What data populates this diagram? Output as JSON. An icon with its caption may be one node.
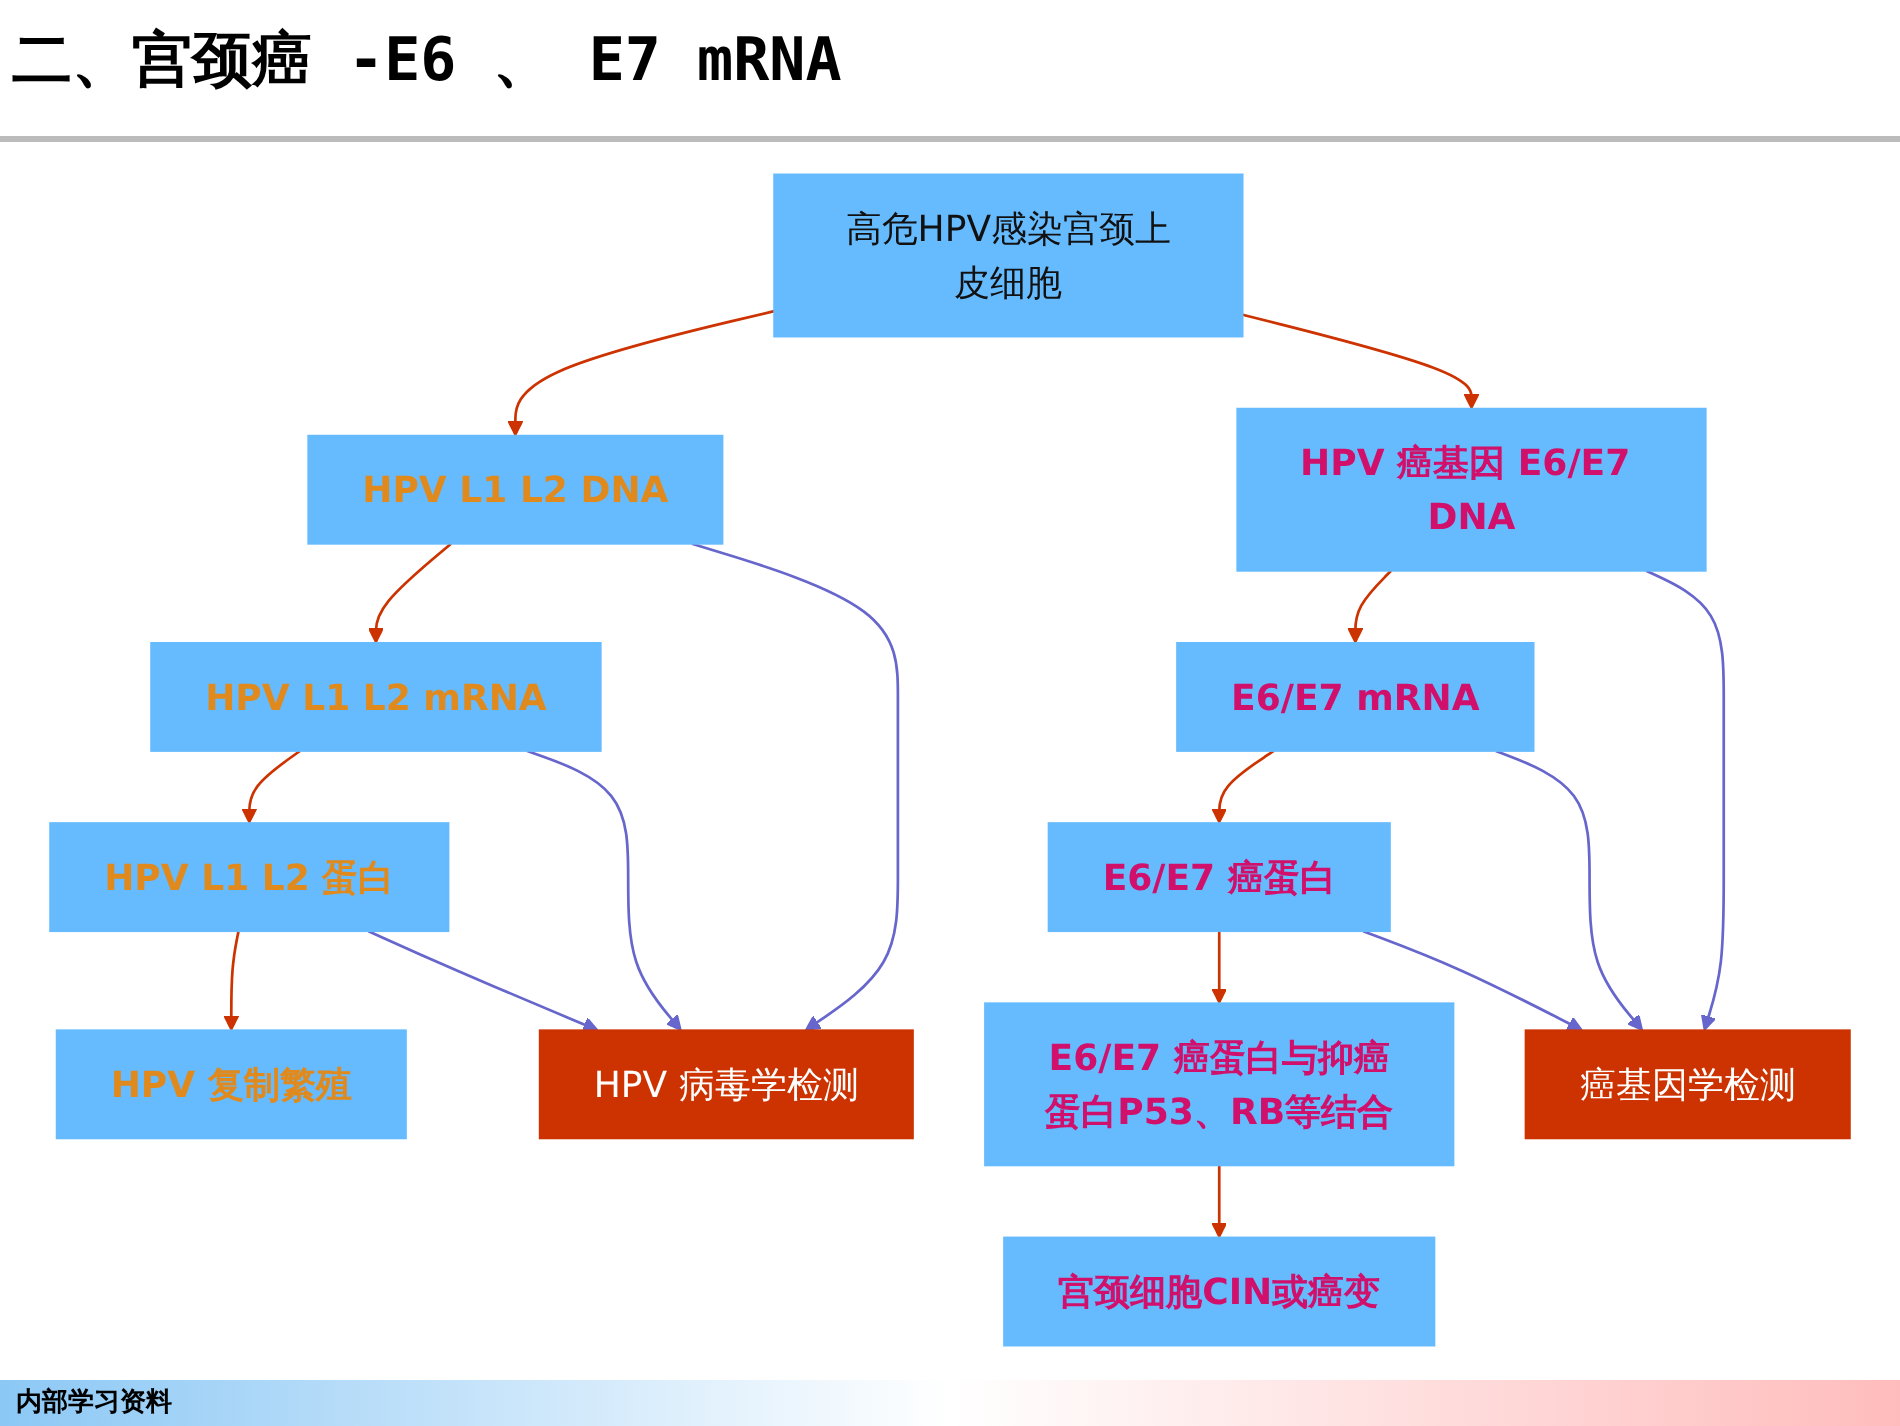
{
  "diagram": {
    "title": "二、宫颈癌 -E6 、 E7 mRNA",
    "nodes": [
      {
        "text": [
          "高危HPV感染宫颈上皮细胞"
        ]
      },
      {
        "text": [
          "HPV L1 L2 DNA"
        ]
      },
      {
        "text": [
          "HPV L1 L2 mRNA"
        ]
      },
      {
        "text": [
          "HPV L1 L2 蛋白"
        ]
      },
      {
        "text": [
          "HPV 复制繁殖"
        ]
      },
      {
        "text": [
          "HPV 病毒学检测"
        ]
      },
      {
        "text": [
          "HPV 癌基因 E6/E7 DNA"
        ]
      },
      {
        "text": [
          "E6/E7 mRNA"
        ]
      },
      {
        "text": [
          "E6/E7 癌蛋白"
        ]
      },
      {
        "text": [
          "E6/E7 癌蛋白与抑癌蛋白P53、RB等结合"
        ]
      },
      {
        "text": [
          "宫颈细胞CIN或癌变"
        ]
      },
      {
        "text": [
          "癌基因学检测"
        ]
      }
    ],
    "edges": [
      {
        "from": 0,
        "to": 1,
        "arrow": "to"
      },
      {
        "from": 0,
        "to": 6,
        "arrow": "to"
      },
      {
        "from": 1,
        "to": 2,
        "arrow": "to"
      },
      {
        "from": 2,
        "to": 3,
        "arrow": "to"
      },
      {
        "from": 3,
        "to": 4,
        "arrow": "to"
      },
      {
        "from": 1,
        "to": 5,
        "arrow": "to",
        "color": "#6666cc"
      },
      {
        "from": 2,
        "to": 5,
        "arrow": "to",
        "color": "#6666cc"
      },
      {
        "from": 3,
        "to": 5,
        "arrow": "to",
        "color": "#6666cc"
      },
      {
        "from": 6,
        "to": 7,
        "arrow": "to"
      },
      {
        "from": 7,
        "to": 8,
        "arrow": "to"
      },
      {
        "from": 8,
        "to": 9,
        "arrow": "to"
      },
      {
        "from": 9,
        "to": 10,
        "arrow": "to"
      },
      {
        "from": 6,
        "to": 11,
        "arrow": "to",
        "color": "#6666cc"
      },
      {
        "from": 7,
        "to": 11,
        "arrow": "to",
        "color": "#6666cc"
      },
      {
        "from": 8,
        "to": 11,
        "arrow": "to",
        "color": "#6666cc"
      }
    ],
    "labels": [
      "内部学习资料"
    ]
  }
}
